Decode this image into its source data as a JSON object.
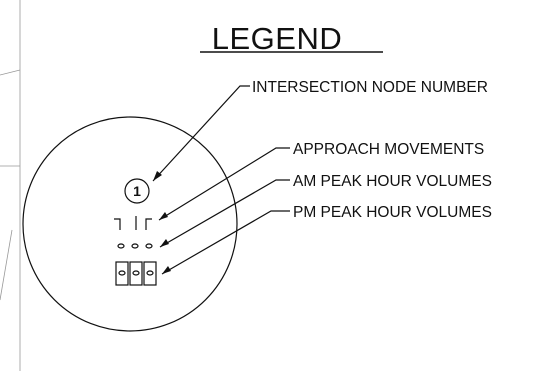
{
  "legend": {
    "title": "LEGEND",
    "node_number": "1",
    "callouts": [
      "INTERSECTION NODE NUMBER",
      "APPROACH MOVEMENTS",
      "AM PEAK HOUR VOLUMES",
      "PM PEAK HOUR VOLUMES"
    ]
  }
}
